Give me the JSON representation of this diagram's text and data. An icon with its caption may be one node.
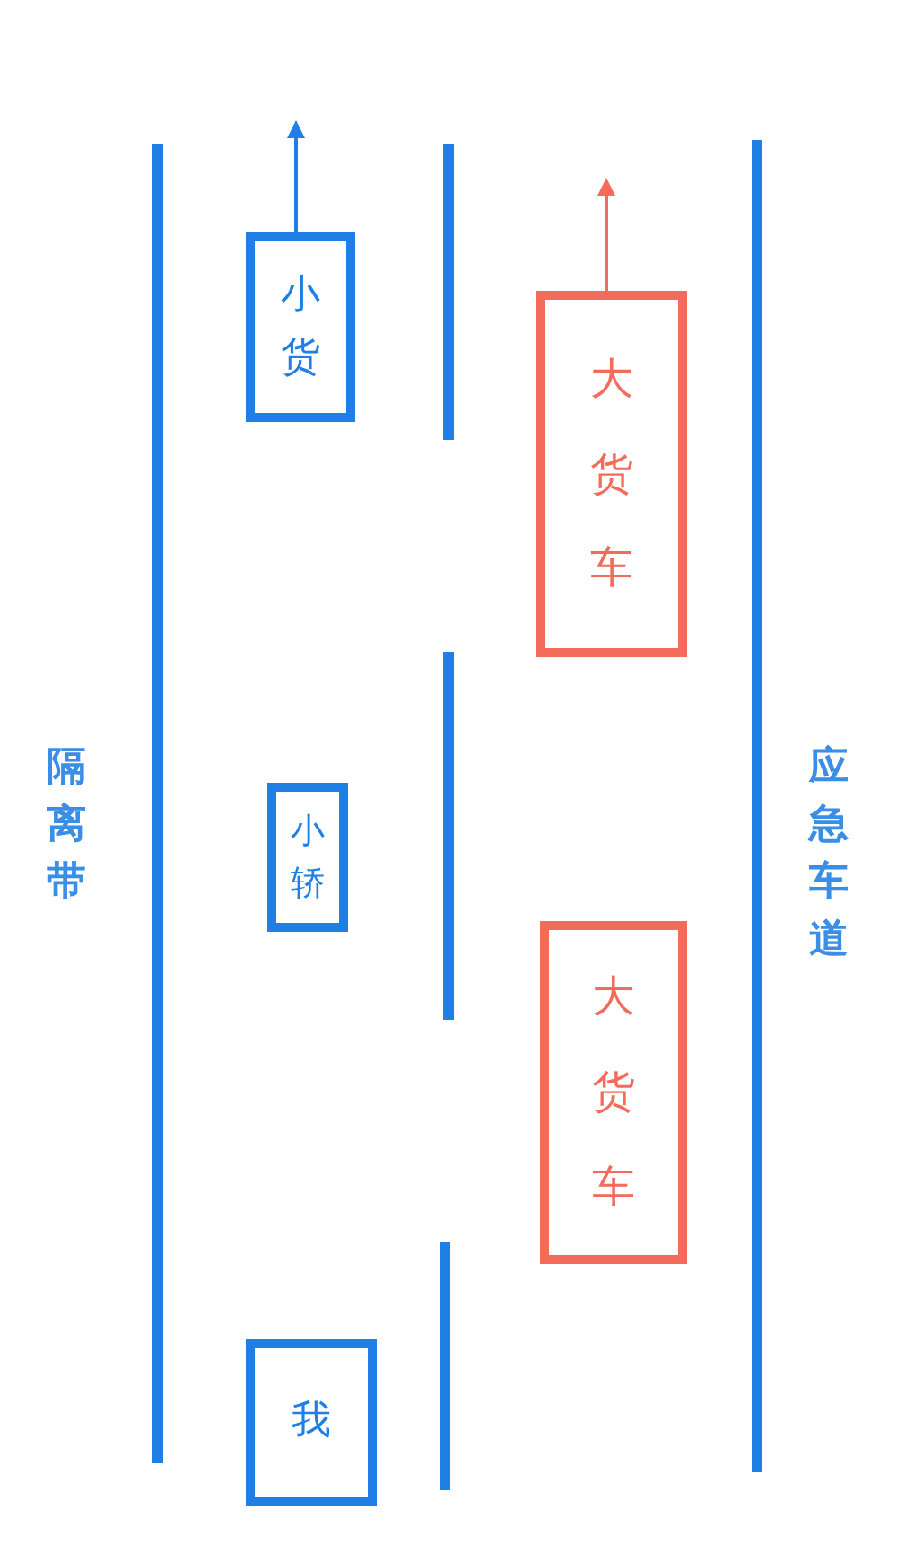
{
  "diagram": {
    "nodes": [
      {
        "text": [
          "小货"
        ]
      },
      {
        "text": [
          "大货车"
        ]
      },
      {
        "text": [
          "小轿"
        ]
      },
      {
        "text": [
          "大货车"
        ]
      },
      {
        "text": [
          "我"
        ]
      }
    ],
    "edges": [
      {
        "from": 0,
        "to": null,
        "arrow": "to"
      },
      {
        "from": 1,
        "to": null,
        "arrow": "to",
        "color": "#f26b5b"
      }
    ],
    "labels": [
      "隔离带",
      "应急车道"
    ]
  }
}
